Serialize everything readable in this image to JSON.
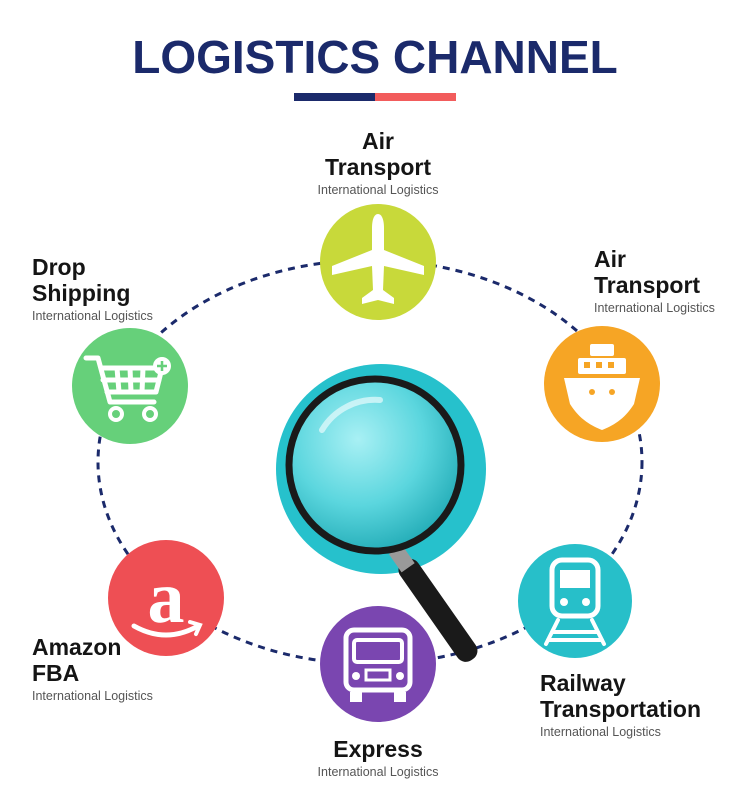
{
  "title": "LOGISTICS CHANNEL",
  "colors": {
    "title": "#1b2a6b",
    "underline_left": "#1b2a6b",
    "underline_right": "#f25c5c",
    "ring": "#1b2a6b",
    "air": "#c8d93a",
    "sea": "#f6a525",
    "rail": "#27bfc9",
    "express": "#7a46b0",
    "amazon": "#ee4f54",
    "drop": "#66d07a",
    "magnifier": "#26c1cc"
  },
  "channels": {
    "air_top": {
      "title_line1": "Air",
      "title_line2": "Transport",
      "subtitle": "International Logistics",
      "icon": "airplane-icon"
    },
    "air_right": {
      "title_line1": "Air",
      "title_line2": "Transport",
      "subtitle": "International Logistics",
      "icon": "ship-icon"
    },
    "railway": {
      "title_line1": "Railway",
      "title_line2": "Transportation",
      "subtitle": "International Logistics",
      "icon": "train-icon"
    },
    "express": {
      "title_line1": "Express",
      "subtitle": "International Logistics",
      "icon": "truck-icon"
    },
    "amazon": {
      "title_line1": "Amazon",
      "title_line2": "FBA",
      "subtitle": "International Logistics",
      "icon": "amazon-logo-icon"
    },
    "drop": {
      "title_line1": "Drop",
      "title_line2": "Shipping",
      "subtitle": "International Logistics",
      "icon": "shopping-cart-icon"
    }
  },
  "center_icon": "magnifying-glass-icon"
}
